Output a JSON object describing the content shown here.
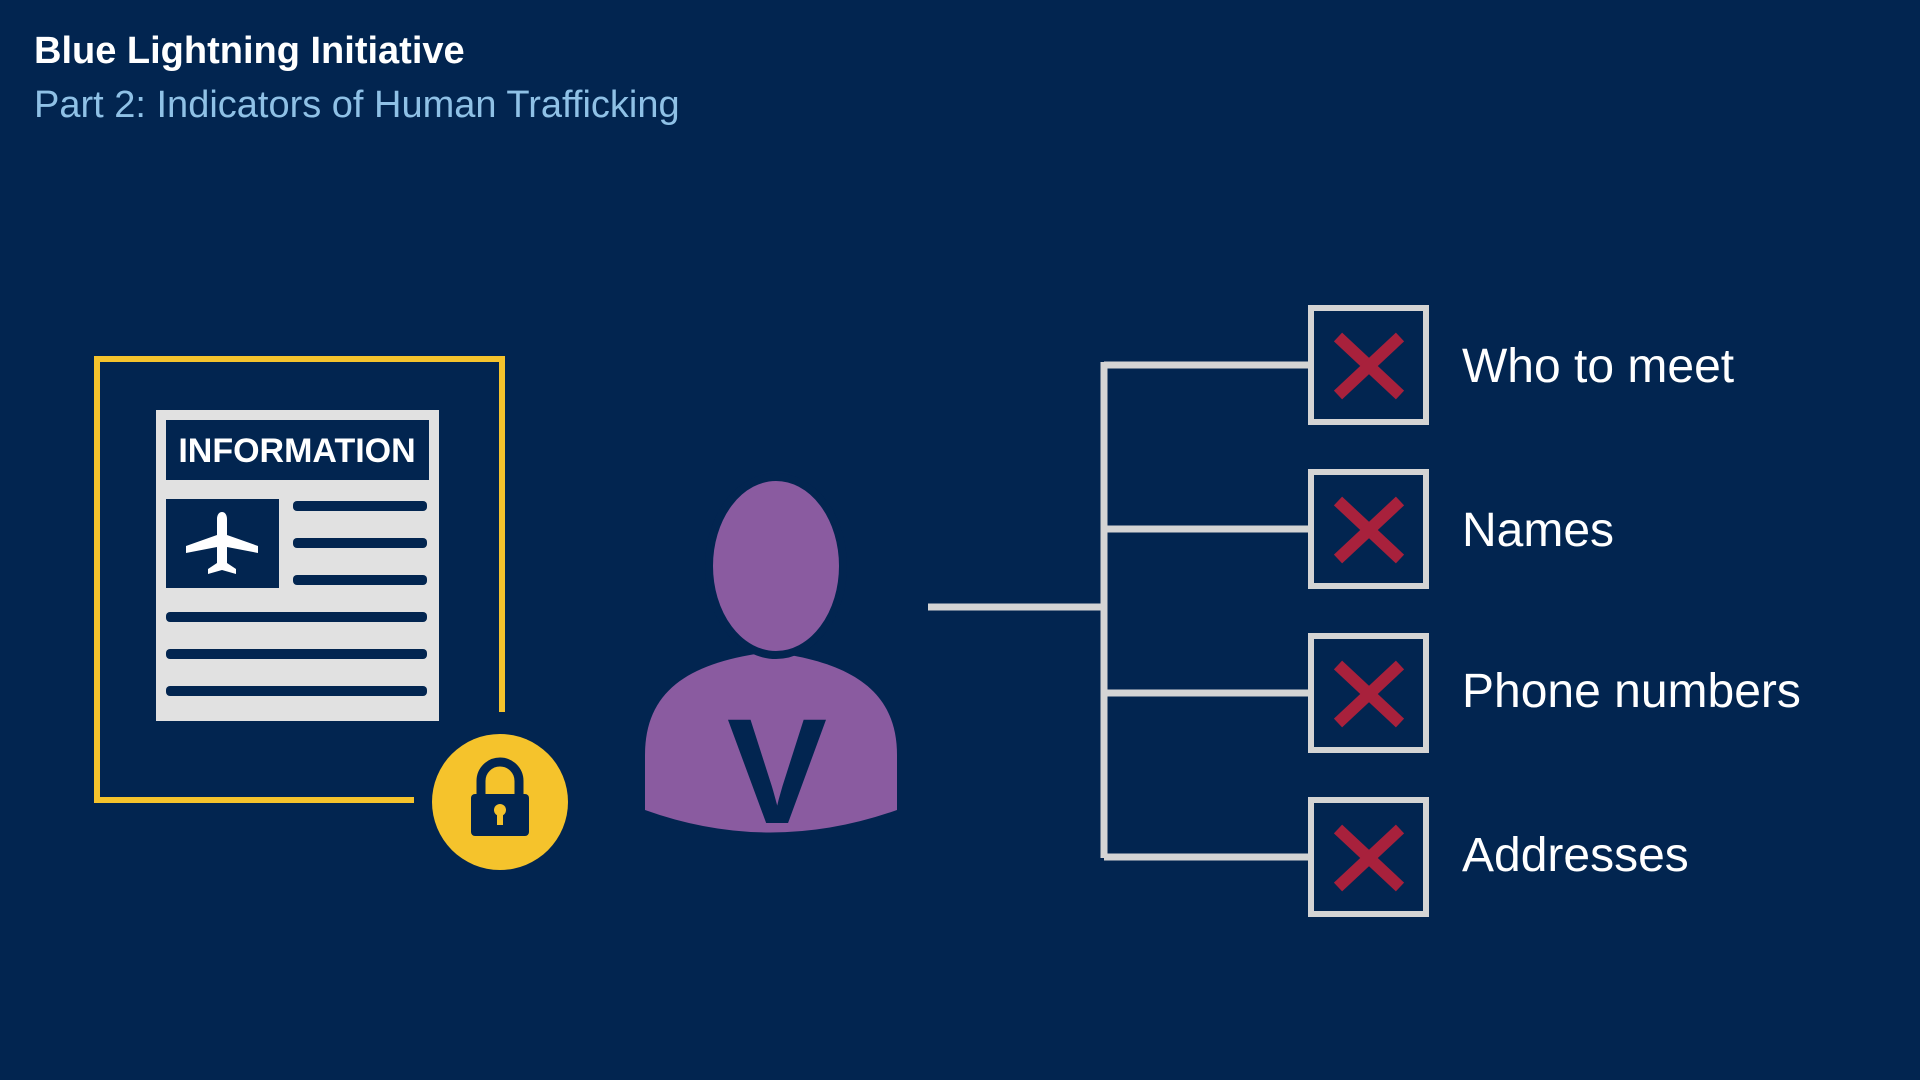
{
  "header": {
    "title": "Blue Lightning Initiative",
    "subtitle": "Part 2: Indicators of Human Trafficking"
  },
  "document": {
    "title": "INFORMATION"
  },
  "person": {
    "badge_letter": "V"
  },
  "items": [
    {
      "label": "Who to meet"
    },
    {
      "label": "Names"
    },
    {
      "label": "Phone numbers"
    },
    {
      "label": "Addresses"
    }
  ],
  "colors": {
    "background": "#022550",
    "frame": "#f5c32c",
    "lock": "#f5c32c",
    "person": "#8a5ba0",
    "document": "#e1e1e1",
    "document_accent": "#022550",
    "x_mark": "#a8213c",
    "connector": "#d4d4d4",
    "subtitle": "#8fc1e6"
  },
  "icons": [
    "airplane-icon",
    "lock-icon",
    "person-icon",
    "x-mark-icon"
  ]
}
